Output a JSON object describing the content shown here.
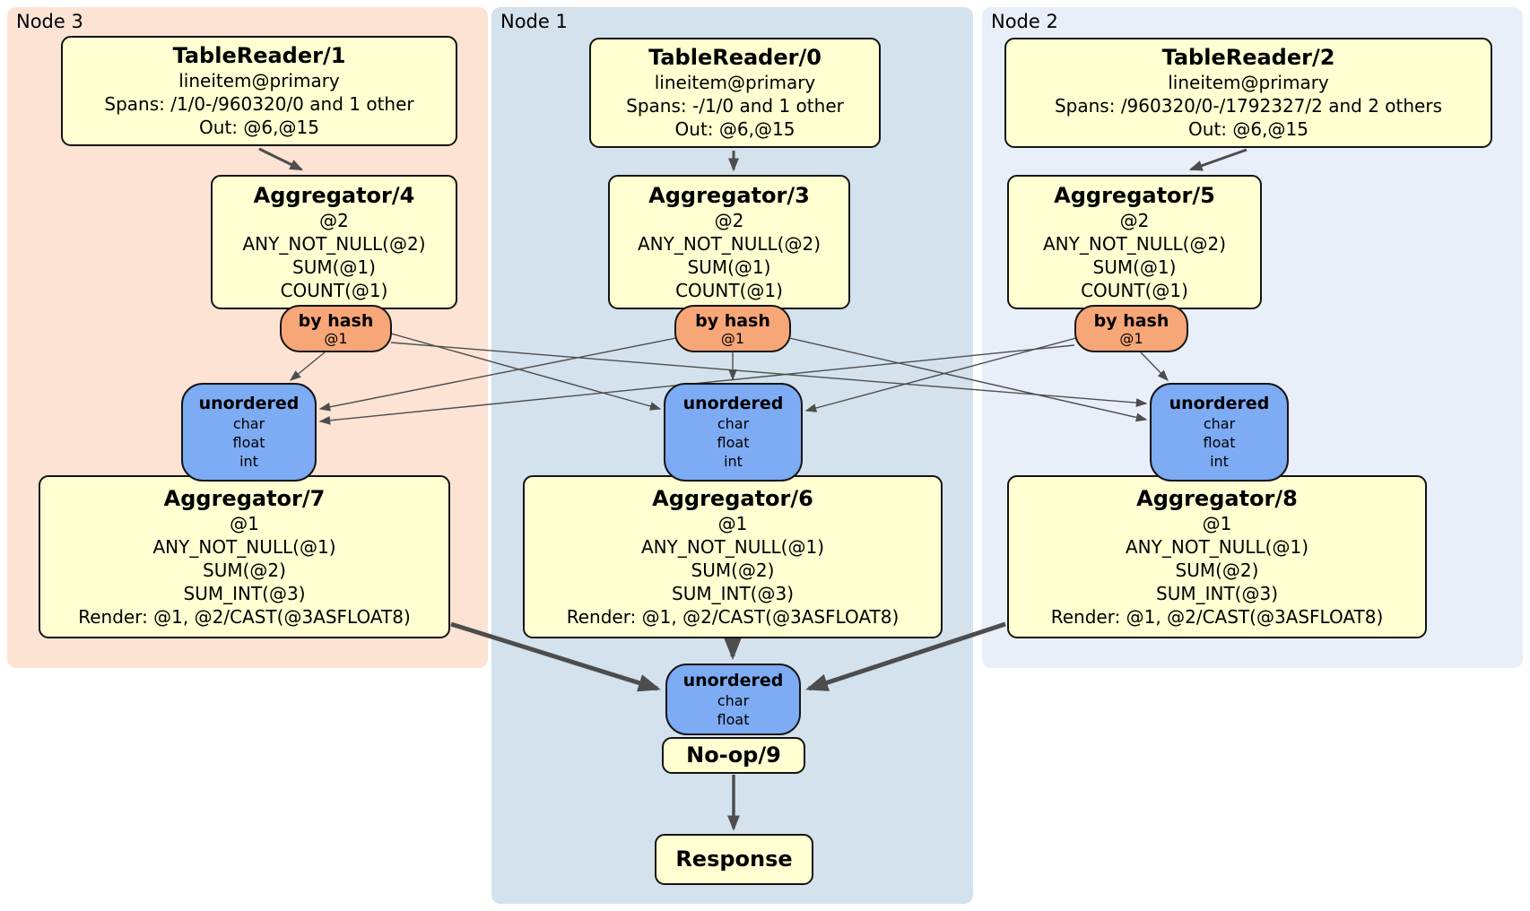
{
  "panels": [
    {
      "label": "Node 3"
    },
    {
      "label": "Node 1"
    },
    {
      "label": "Node 2"
    }
  ],
  "boxes": {
    "tr1": {
      "title": "TableReader/1",
      "lines": [
        "lineitem@primary",
        "Spans: /1/0-/960320/0 and 1 other",
        "Out: @6,@15"
      ]
    },
    "tr0": {
      "title": "TableReader/0",
      "lines": [
        "lineitem@primary",
        "Spans: -/1/0 and 1 other",
        "Out: @6,@15"
      ]
    },
    "tr2": {
      "title": "TableReader/2",
      "lines": [
        "lineitem@primary",
        "Spans: /960320/0-/1792327/2 and 2 others",
        "Out: @6,@15"
      ]
    },
    "agg4": {
      "title": "Aggregator/4",
      "lines": [
        "@2",
        "ANY_NOT_NULL(@2)",
        "SUM(@1)",
        "COUNT(@1)"
      ]
    },
    "agg3": {
      "title": "Aggregator/3",
      "lines": [
        "@2",
        "ANY_NOT_NULL(@2)",
        "SUM(@1)",
        "COUNT(@1)"
      ]
    },
    "agg5": {
      "title": "Aggregator/5",
      "lines": [
        "@2",
        "ANY_NOT_NULL(@2)",
        "SUM(@1)",
        "COUNT(@1)"
      ]
    },
    "agg7": {
      "title": "Aggregator/7",
      "lines": [
        "@1",
        "ANY_NOT_NULL(@1)",
        "SUM(@2)",
        "SUM_INT(@3)",
        "Render: @1, @2/CAST(@3ASFLOAT8)"
      ]
    },
    "agg6": {
      "title": "Aggregator/6",
      "lines": [
        "@1",
        "ANY_NOT_NULL(@1)",
        "SUM(@2)",
        "SUM_INT(@3)",
        "Render: @1, @2/CAST(@3ASFLOAT8)"
      ]
    },
    "agg8": {
      "title": "Aggregator/8",
      "lines": [
        "@1",
        "ANY_NOT_NULL(@1)",
        "SUM(@2)",
        "SUM_INT(@3)",
        "Render: @1, @2/CAST(@3ASFLOAT8)"
      ]
    },
    "noop": {
      "title": "No-op/9"
    },
    "response": {
      "title": "Response"
    }
  },
  "routers": {
    "hash4": {
      "title": "by hash",
      "sub": "@1"
    },
    "hash3": {
      "title": "by hash",
      "sub": "@1"
    },
    "hash5": {
      "title": "by hash",
      "sub": "@1"
    }
  },
  "streams": {
    "un3": {
      "title": "unordered",
      "items": [
        "char",
        "float",
        "int"
      ]
    },
    "un1": {
      "title": "unordered",
      "items": [
        "char",
        "float",
        "int"
      ]
    },
    "un2": {
      "title": "unordered",
      "items": [
        "char",
        "float",
        "int"
      ]
    },
    "unFinal": {
      "title": "unordered",
      "items": [
        "char",
        "float"
      ]
    }
  },
  "colors": {
    "node3_bg": "#fce3d4",
    "node1_bg": "#d3e2ec",
    "node2_bg": "#e9eff9",
    "processor_bg": "#ffffd2",
    "hash_router_bg": "#f7a677",
    "stream_bg": "#7dabf4",
    "edge": "#4d4d4d",
    "border": "#141414"
  }
}
